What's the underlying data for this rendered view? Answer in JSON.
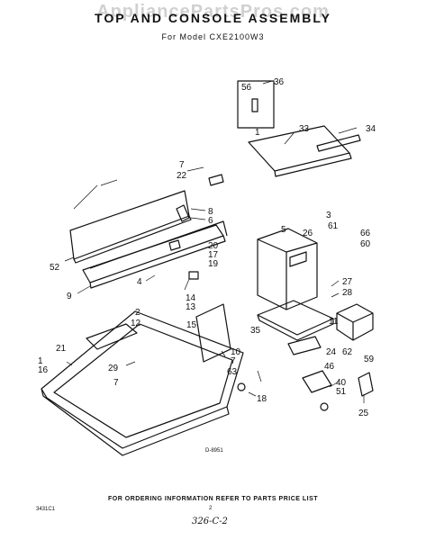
{
  "header": {
    "title": "TOP AND CONSOLE ASSEMBLY",
    "subtitle": "For Model CXE2100W3",
    "watermark": "AppliancePartsPros.com"
  },
  "footer": {
    "ordering_info": "FOR ORDERING INFORMATION REFER TO PARTS PRICE LIST",
    "page_number": "2",
    "doc_number": "3431C1",
    "handwritten": "326-C-2",
    "figure_id": "D-8951"
  },
  "callouts": [
    "56",
    "36",
    "33",
    "34",
    "1",
    "7",
    "22",
    "8",
    "6",
    "3",
    "5",
    "26",
    "61",
    "66",
    "60",
    "20",
    "17",
    "19",
    "52",
    "4",
    "14",
    "9",
    "13",
    "2",
    "12",
    "15",
    "27",
    "28",
    "11",
    "35",
    "21",
    "1",
    "16",
    "29",
    "7",
    "10",
    "24",
    "62",
    "59",
    "7",
    "63",
    "46",
    "18",
    "40",
    "51",
    "25"
  ]
}
